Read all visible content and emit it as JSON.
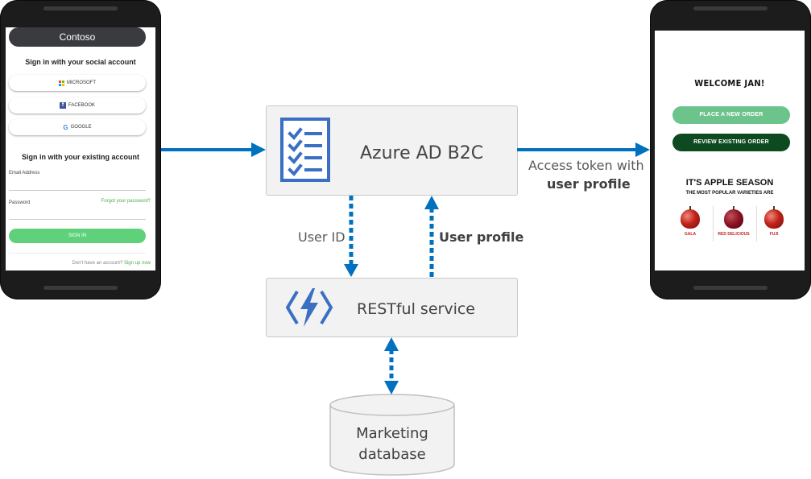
{
  "left_phone": {
    "header_title": "Contoso",
    "social_heading": "Sign in with your social account",
    "social_buttons": [
      {
        "label": "MICROSOFT",
        "icon": "microsoft-logo"
      },
      {
        "label": "FACEBOOK",
        "icon": "facebook-logo"
      },
      {
        "label": "GOOGLE",
        "icon": "google-logo"
      }
    ],
    "existing_heading": "Sign in with your existing account",
    "email_label": "Email Address",
    "password_label": "Password",
    "forgot_link": "Forgot your password?",
    "signin_button": "SIGN IN",
    "no_account_text": "Don't have an account?",
    "signup_link": "Sign up now"
  },
  "right_phone": {
    "welcome": "WELCOME JAN!",
    "place_order": "PLACE A NEW ORDER",
    "review_order": "REVIEW EXISTING ORDER",
    "season_title": "IT'S APPLE SEASON",
    "season_subtitle": "THE MOST POPULAR VARIETIES ARE",
    "apples": [
      {
        "name": "GALA"
      },
      {
        "name": "RED DELICIOUS"
      },
      {
        "name": "FUJI"
      }
    ]
  },
  "azure_box": {
    "label": "Azure AD B2C",
    "icon": "checklist-icon"
  },
  "restful_box": {
    "label": "RESTful service",
    "icon": "azure-functions-icon"
  },
  "database": {
    "label_line1": "Marketing",
    "label_line2": "database"
  },
  "labels": {
    "access_token_line1": "Access token with",
    "access_token_line2": "user profile",
    "user_id": "User ID",
    "user_profile": "User profile"
  },
  "colors": {
    "arrow_blue": "#0070c0",
    "box_fill": "#f2f2f2",
    "green": "#5fd17a",
    "dark_green": "#0d4a1f"
  }
}
